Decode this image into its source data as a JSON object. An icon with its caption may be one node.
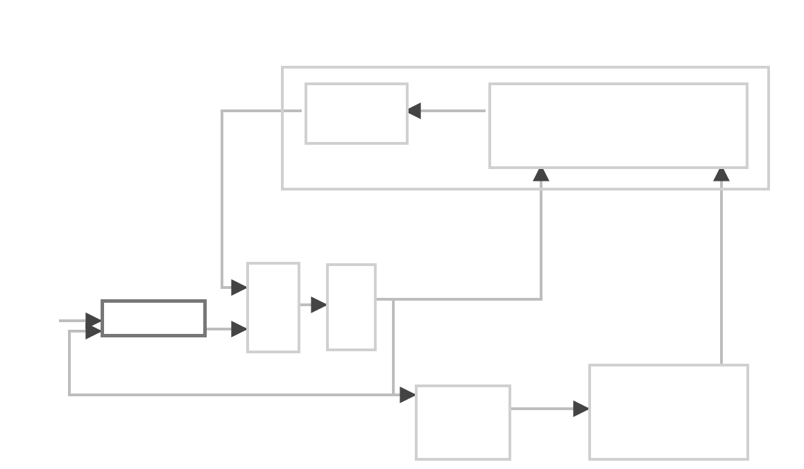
{
  "diagram": {
    "nodes": [
      {
        "text": [],
        "shape": "box"
      },
      {
        "text": [],
        "shape": "box",
        "in": 0
      },
      {
        "text": [],
        "shape": "box",
        "in": 0
      },
      {
        "text": [],
        "shape": "box"
      },
      {
        "text": [],
        "shape": "box"
      },
      {
        "text": [],
        "shape": "box"
      },
      {
        "text": [],
        "shape": "box"
      },
      {
        "text": [],
        "shape": "box"
      }
    ],
    "edges": [
      {
        "from": null,
        "to": 3,
        "arrow": "to"
      },
      {
        "from": 3,
        "to": 4,
        "arrow": "to"
      },
      {
        "from": 2,
        "to": 1,
        "arrow": "to"
      },
      {
        "from": 1,
        "to": 4,
        "arrow": "to"
      },
      {
        "from": 4,
        "to": 5,
        "arrow": "to"
      },
      {
        "from": 5,
        "to": 2,
        "arrow": "to"
      },
      {
        "from": 5,
        "to": 3,
        "arrow": "to"
      },
      {
        "from": 5,
        "to": 6,
        "arrow": "to"
      },
      {
        "from": 6,
        "to": 7,
        "arrow": "to"
      },
      {
        "from": 7,
        "to": 2,
        "arrow": "to"
      }
    ]
  }
}
